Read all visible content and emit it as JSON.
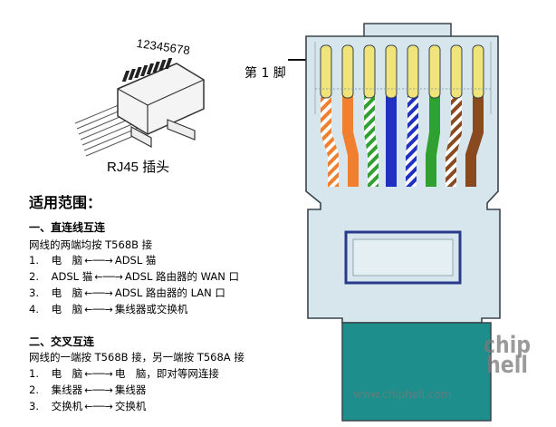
{
  "plug": {
    "pin_numbers": "12345678",
    "caption": "RJ45 插头"
  },
  "pin1_label": "第 1 脚",
  "usage": {
    "title": "适用范围：",
    "straight": {
      "heading": "一、直连线互连",
      "rule": "网线的两端均按 T568B 接",
      "items": [
        {
          "num": "1.",
          "from": "电　脑",
          "to": "ADSL 猫"
        },
        {
          "num": "2.",
          "from": "ADSL 猫",
          "to": "ADSL 路由器的 WAN 口"
        },
        {
          "num": "3.",
          "from": "电　脑",
          "to": "ADSL 路由器的 LAN 口"
        },
        {
          "num": "4.",
          "from": "电　脑",
          "to": "集线器或交换机"
        }
      ]
    },
    "crossover": {
      "heading": "二、交叉互连",
      "rule": "网线的一端按 T568B 接，另一端按 T568A 接",
      "items": [
        {
          "num": "1.",
          "from": "电　脑",
          "to": "电　脑，即对等网连接"
        },
        {
          "num": "2.",
          "from": "集线器",
          "to": "集线器"
        },
        {
          "num": "3.",
          "from": "交换机",
          "to": "交换机"
        }
      ]
    }
  },
  "watermark": {
    "logo": "chip hell",
    "url": "www.chiphell.com"
  },
  "colors": {
    "connector_body": "#d7e6ed",
    "connector_outline": "#38454c",
    "cable_jacket": "#1d8e8c",
    "contact_gold": "#efe37a",
    "wire_colors": [
      "#ffffff/#f08030",
      "#f08030",
      "#ffffff/#30a030",
      "#2030c0",
      "#ffffff/#2030c0",
      "#30a030",
      "#ffffff/#8a4a20",
      "#8a4a20"
    ]
  }
}
